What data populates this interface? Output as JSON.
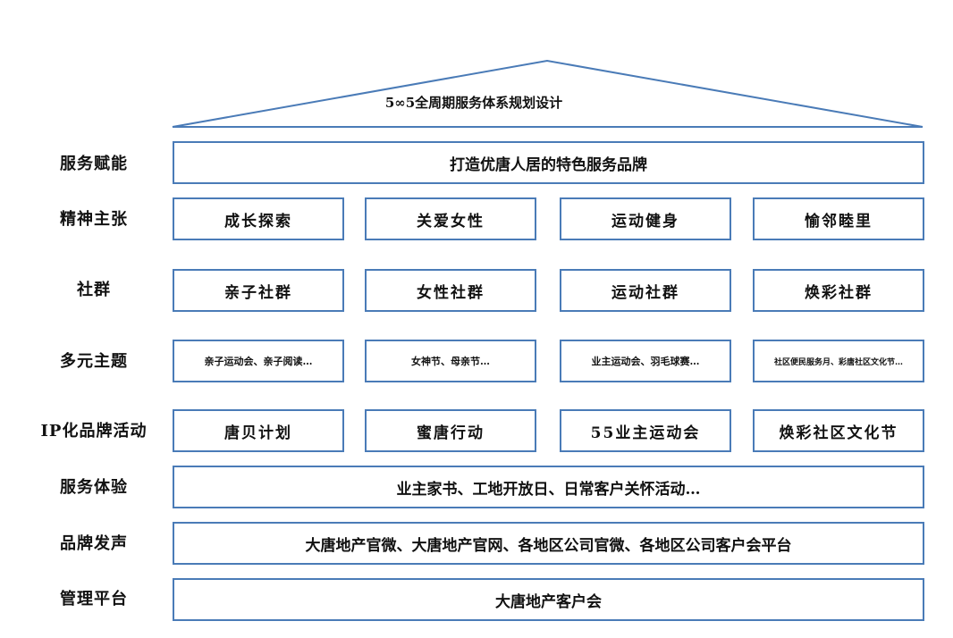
{
  "roof": {
    "title": "5∞5全周期服务体系规划设计"
  },
  "rows": [
    {
      "label": "服务赋能",
      "boxes": [
        "打造优唐人居的特色服务品牌"
      ]
    },
    {
      "label": "精神主张",
      "boxes": [
        "成长探索",
        "关爱女性",
        "运动健身",
        "愉邻睦里"
      ]
    },
    {
      "label": "社群",
      "boxes": [
        "亲子社群",
        "女性社群",
        "运动社群",
        "焕彩社群"
      ]
    },
    {
      "label": "多元主题",
      "boxes": [
        "亲子运动会、亲子阅读…",
        "女神节、母亲节…",
        "业主运动会、羽毛球赛…",
        "社区便民服务月、彩唐社区文化节…"
      ]
    },
    {
      "label": "IP化品牌活动",
      "boxes": [
        "唐贝计划",
        "蜜唐行动",
        "55业主运动会",
        "焕彩社区文化节"
      ]
    },
    {
      "label": "服务体验",
      "boxes": [
        "业主家书、工地开放日、日常客户关怀活动…"
      ]
    },
    {
      "label": "品牌发声",
      "boxes": [
        "大唐地产官微、大唐地产官网、各地区公司官微、各地区公司客户会平台"
      ]
    },
    {
      "label": "管理平台",
      "boxes": [
        "大唐地产客户会"
      ]
    }
  ],
  "colors": {
    "border": "#4a7bb7"
  }
}
